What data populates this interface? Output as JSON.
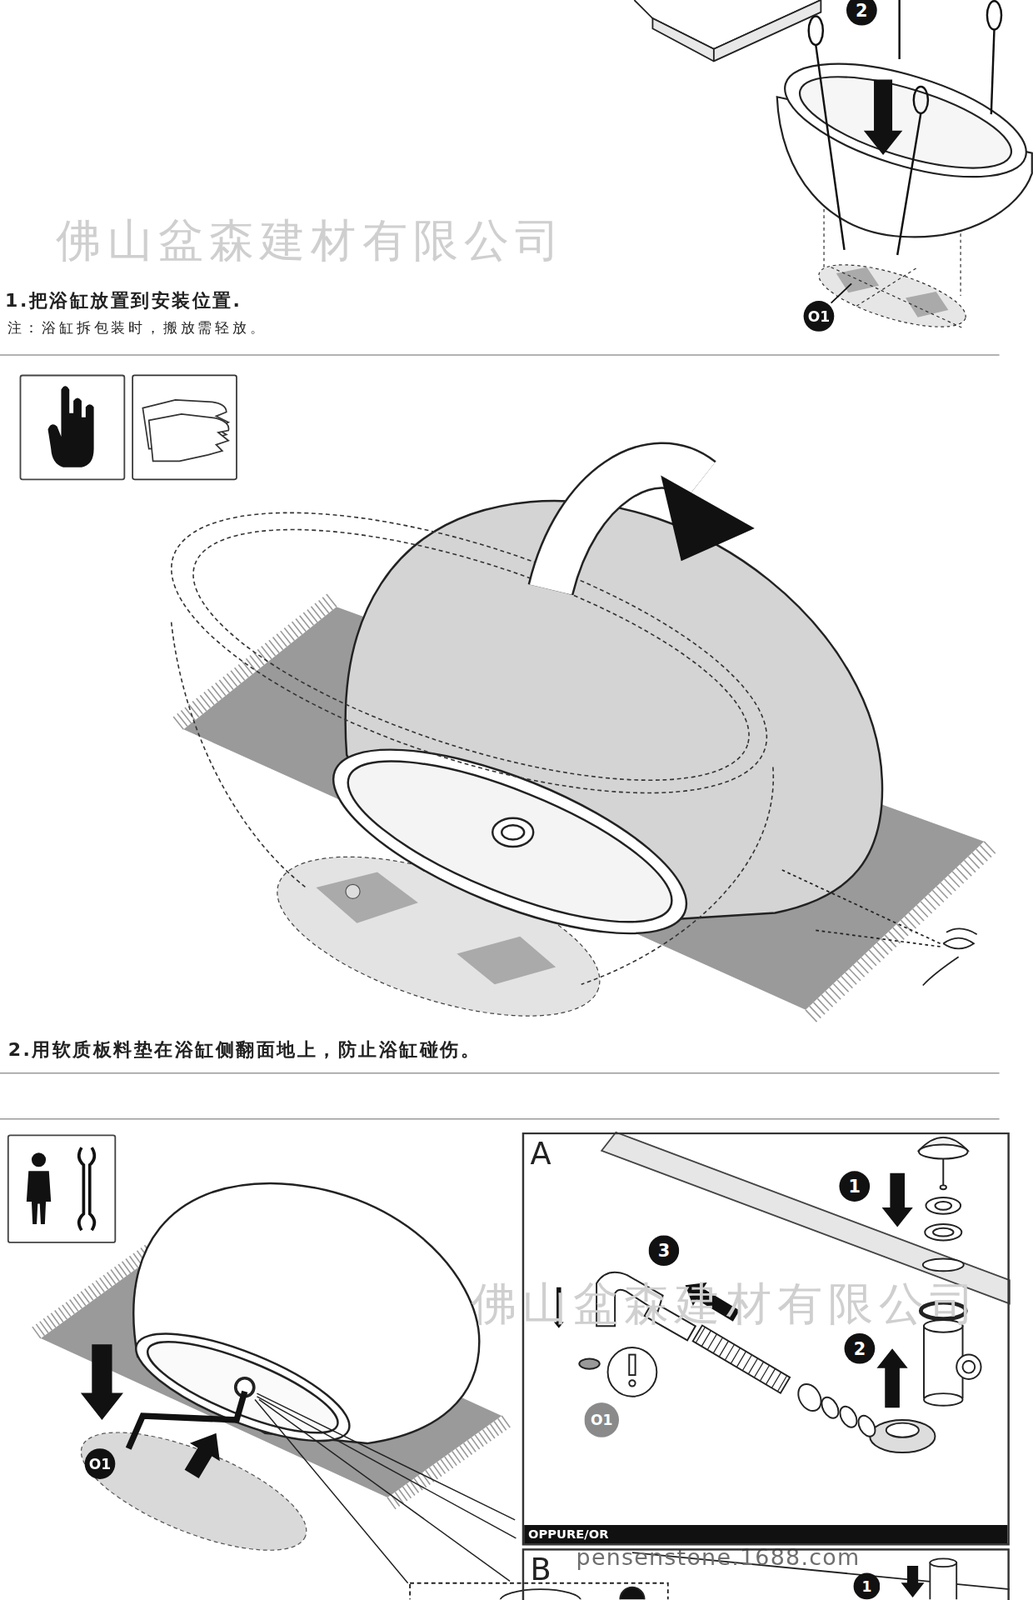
{
  "diagram": {
    "nodes": [
      {
        "text": [
          "A"
        ]
      },
      {
        "text": [
          "OPPURE/OR"
        ],
        "in": 0
      },
      {
        "text": [
          "B"
        ]
      }
    ],
    "labels": [
      "佛山盆森建材有限公司",
      "1.把浴缸放置到安装位置.",
      "注：浴缸拆包装时，搬放需轻放。",
      "2",
      "O1",
      "2.用软质板料垫在浴缸侧翻面地上，防止浴缸碰伤。",
      "O1",
      "1",
      "2",
      "3",
      "O1",
      "佛山盆森建材有限公司",
      "pensenstone.1688.com",
      "1"
    ]
  }
}
